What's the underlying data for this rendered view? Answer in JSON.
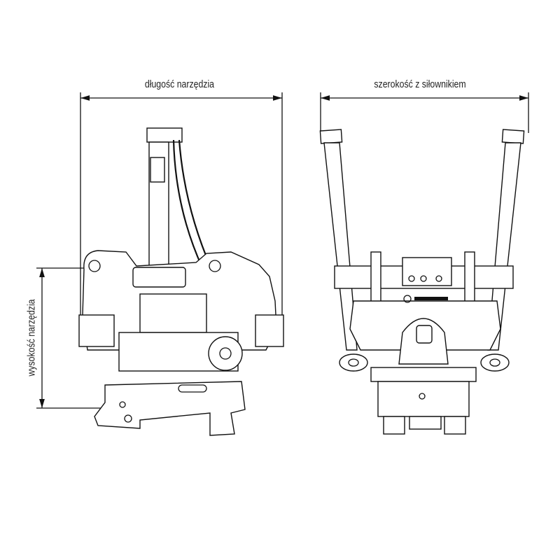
{
  "dimensions": {
    "length_label": "długość narzędzia",
    "width_label": "szerokość z siłownikiem",
    "height_label": "wysokość narzędzia"
  },
  "colors": {
    "line": "#111111",
    "background": "#ffffff"
  }
}
